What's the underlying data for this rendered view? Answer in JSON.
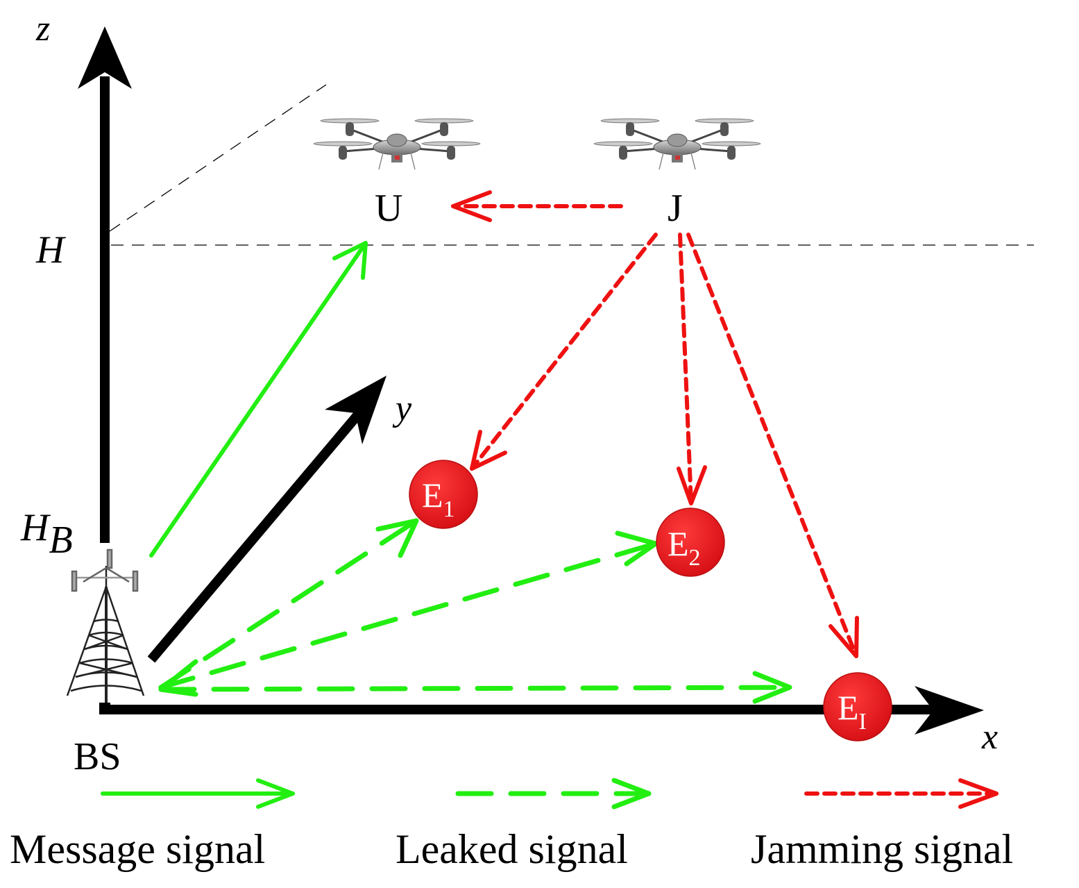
{
  "axes": {
    "z_label": "z",
    "y_label": "y",
    "x_label": "x",
    "H_label": "H",
    "HB_label_main": "H",
    "HB_label_sub": "B"
  },
  "nodes": {
    "bs_label": "BS",
    "uav_user_label": "U",
    "jammer_label": "J",
    "eaves_1": {
      "letter": "E",
      "sub": "1"
    },
    "eaves_2": {
      "letter": "E",
      "sub": "2"
    },
    "eaves_I": {
      "letter": "E",
      "sub": "I"
    }
  },
  "legend": {
    "message": "Message signal",
    "leaked": "Leaked signal",
    "jamming": "Jamming signal"
  },
  "colors": {
    "message": "#22ee11",
    "leaked": "#22ee11",
    "jamming": "#ee1111",
    "eavesdropper": "#e8141a",
    "axis": "#000000"
  }
}
